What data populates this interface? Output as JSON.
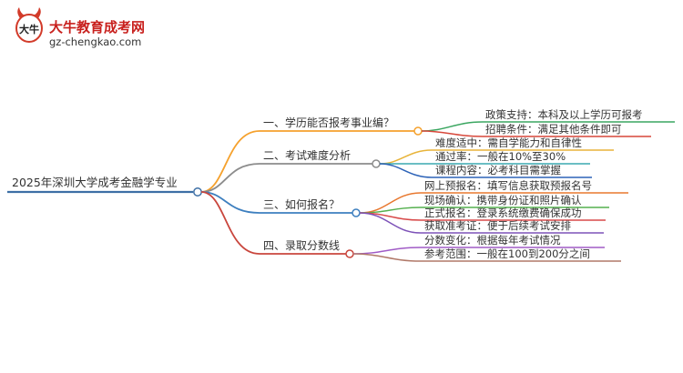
{
  "logo": {
    "glyph": "大牛",
    "title": "大牛教育成考网",
    "url": "gz-chengkao.com"
  },
  "colors": {
    "root": "#3d6fa5",
    "branch1": "#f5a12d",
    "branch2": "#8c8c8c",
    "branch3": "#3d7fbf",
    "branch4": "#c9463d",
    "leaf_policy": "#3aa660",
    "leaf_recruit": "#d7473a",
    "leaf_diff": "#e8b43a",
    "leaf_rate": "#3aa8b0",
    "leaf_course": "#2d63b8",
    "leaf_apply": "#e8782f",
    "leaf_site": "#55b04f",
    "leaf_formal": "#d84a4a",
    "leaf_ticket": "#7d52b8",
    "leaf_score": "#a05bc6",
    "leaf_range": "#b07868"
  },
  "mindmap": {
    "root": "2025年深圳大学成考金融学专业",
    "branches": [
      {
        "label": "一、学历能否报考事业编？",
        "children": [
          "政策支持：本科及以上学历可报考",
          "招聘条件：满足其他条件即可"
        ]
      },
      {
        "label": "二、考试难度分析",
        "children": [
          "难度适中：需自学能力和自律性",
          "通过率：一般在10%至30%",
          "课程内容：必考科目需掌握"
        ]
      },
      {
        "label": "三、如何报名？",
        "children": [
          "网上预报名：填写信息获取预报名号",
          "现场确认：携带身份证和照片确认",
          "正式报名：登录系统缴费确保成功",
          "获取准考证：便于后续考试安排"
        ]
      },
      {
        "label": "四、录取分数线",
        "children": [
          "分数变化：根据每年考试情况",
          "参考范围：一般在100到200分之间"
        ]
      }
    ]
  }
}
